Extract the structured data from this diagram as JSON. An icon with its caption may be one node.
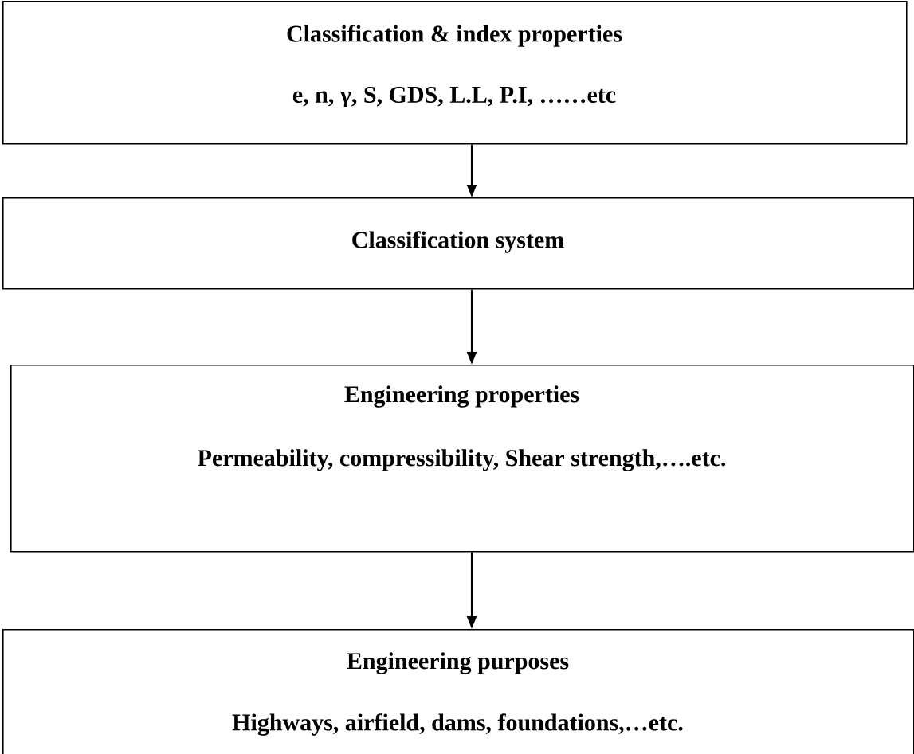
{
  "diagram": {
    "nodes": [
      {
        "text": [
          "Classification & index properties",
          "e, n, γ, S, GDS, L.L, P.I, ……etc"
        ]
      },
      {
        "text": [
          "Classification system"
        ]
      },
      {
        "text": [
          "Engineering properties",
          "Permeability, compressibility, Shear strength,….etc."
        ]
      },
      {
        "text": [
          "Engineering purposes",
          "Highways, airfield, dams, foundations,…etc."
        ]
      }
    ],
    "edges": [
      {
        "from": 0,
        "to": 1,
        "arrow": "to"
      },
      {
        "from": 1,
        "to": 2,
        "arrow": "to"
      },
      {
        "from": 2,
        "to": 3,
        "arrow": "to"
      }
    ]
  }
}
